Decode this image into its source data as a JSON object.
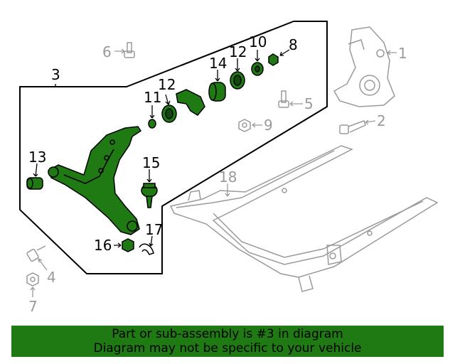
{
  "callouts": {
    "c1": "1",
    "c2": "2",
    "c3": "3",
    "c4": "4",
    "c5": "5",
    "c6": "6",
    "c7": "7",
    "c8": "8",
    "c9": "9",
    "c10": "10",
    "c11": "11",
    "c12a": "12",
    "c12b": "12",
    "c13": "13",
    "c14": "14",
    "c15": "15",
    "c16": "16",
    "c17": "17",
    "c18": "18"
  },
  "banner": {
    "line1": "Part or sub-assembly is #3 in diagram",
    "line2": "Diagram may not be specific to your vehicle"
  },
  "colors": {
    "highlight_part": "#1f7a14",
    "banner_background": "#1f7a14",
    "other_parts": "#9a9a9a",
    "outline": "#000000"
  }
}
